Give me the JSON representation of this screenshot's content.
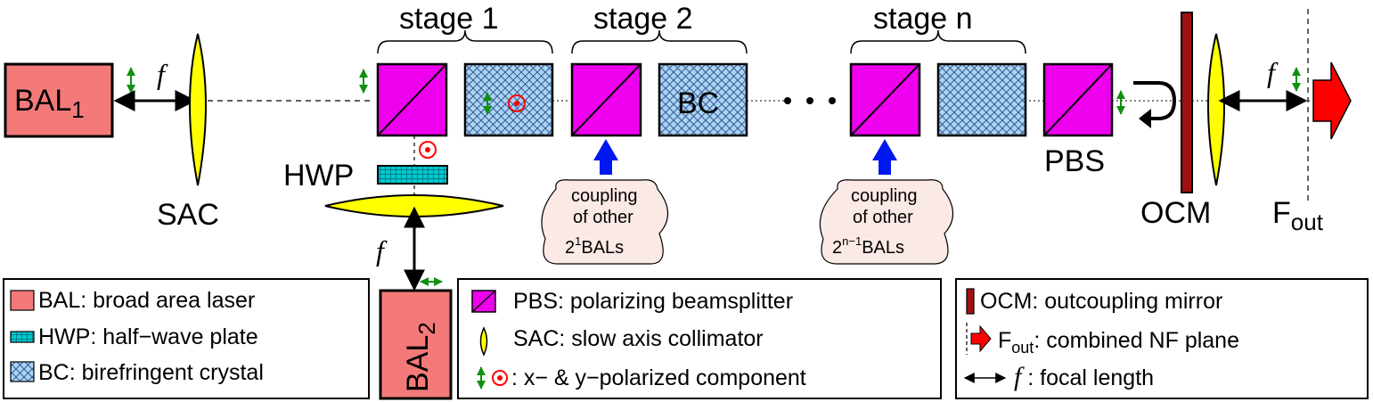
{
  "stages": {
    "s1": "stage 1",
    "s2": "stage 2",
    "sn": "stage n"
  },
  "components": {
    "bal1_text": "BAL",
    "bal1_sub": "1",
    "bal2_text": "BAL",
    "bal2_sub": "2",
    "sac": "SAC",
    "hwp": "HWP",
    "bc": "BC",
    "pbs": "PBS",
    "ocm": "OCM",
    "fout_text": "F",
    "fout_sub": "out",
    "focal": "f"
  },
  "coupling": {
    "a": {
      "line1": "coupling",
      "line2": "of other",
      "line3_base": "2",
      "line3_sup": "1",
      "line3_rest": "BALs"
    },
    "b": {
      "line1": "coupling",
      "line2": "of other",
      "line3_base": "2",
      "line3_sup": "n−1",
      "line3_rest": "BALs"
    }
  },
  "legend": {
    "box1": [
      "BAL: broad area laser",
      "HWP: half−wave plate",
      "BC: birefringent crystal"
    ],
    "box2": [
      "PBS: polarizing beamsplitter",
      "SAC: slow axis collimator",
      ": x− & y−polarized component"
    ],
    "box3": {
      "ocm": "OCM: outcoupling mirror",
      "fout_text": "F",
      "fout_sub": "out",
      "fout_rest": ": combined NF plane",
      "focal_italic": "f",
      "focal_rest": " : focal length"
    }
  },
  "colors": {
    "laser": "#f47a7a",
    "lens": "#ffff00",
    "pbs": "#ee00ee",
    "bc": "#a9d4f2",
    "hwp": "#00c8d0",
    "ocm": "#a01010",
    "arrow_blue": "#0018f0",
    "arrow_red": "#ff0000",
    "pol_green": "#109010",
    "pol_red": "#ff0000",
    "cloud": "#fbe9e6"
  }
}
